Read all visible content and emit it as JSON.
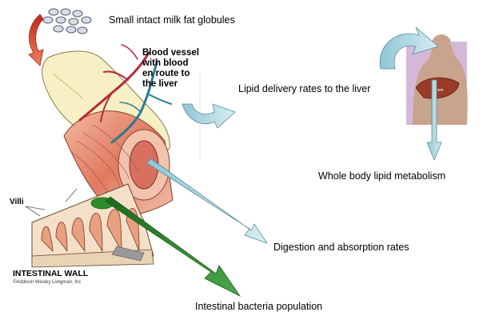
{
  "labels": {
    "fat_globules": "Small intact milk fat globules",
    "blood_vessel": [
      "Blood vessel",
      "with blood",
      "en route to",
      "the liver"
    ],
    "lipid_delivery": "Lipid delivery rates to the liver",
    "whole_body": "Whole body lipid metabolism",
    "digestion": "Digestion and absorption  rates",
    "bacteria": "Intestinal bacteria population",
    "villi": "Villi",
    "intestinal_wall": "INTESTINAL WALL",
    "credit": "©Addison Wesley Longman, Inc",
    "liver": "Liver"
  },
  "colors": {
    "teal_arrow": "#a9d6e0",
    "green_arrow": "#2e8b2e",
    "red_arrow": "#e03020",
    "intestine_outer": "#f5efc0",
    "muscle": "#e89a80",
    "liver": "#9a3a28",
    "torso": "#c8a890"
  },
  "icons": {
    "globules": "milk-fat-globules-icon",
    "liver_torso": "torso-liver-icon"
  }
}
